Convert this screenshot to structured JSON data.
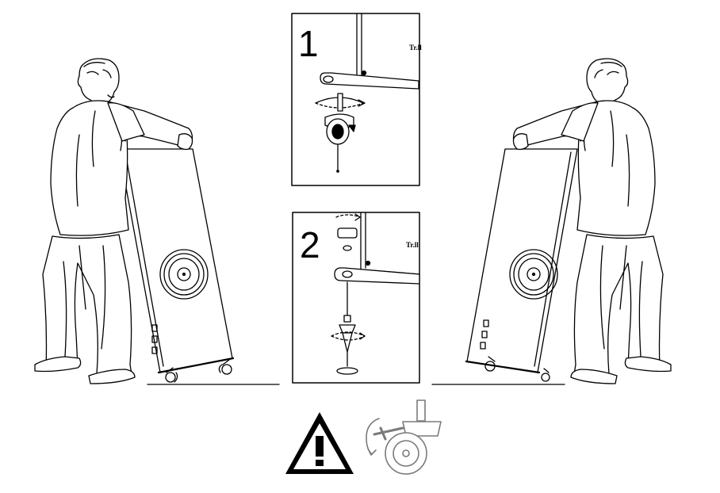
{
  "panels": [
    {
      "number": "1",
      "brand_mark": "Tr.ll"
    },
    {
      "number": "2",
      "brand_mark": "Tr.ll"
    }
  ],
  "icons": {
    "warning": "warning-triangle-icon",
    "caster": "caster-wheel-icon"
  },
  "colors": {
    "line": "#000000",
    "background": "#ffffff",
    "caster_icon": "#7a7a7a"
  }
}
